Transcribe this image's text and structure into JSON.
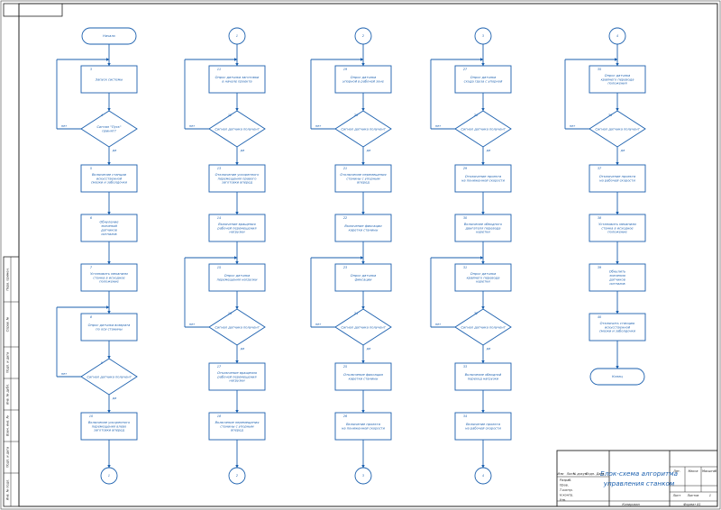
{
  "drawing_title": [
    "Блок-схема алгоритма",
    "управления станком"
  ],
  "terminators": {
    "start": "Начало",
    "end": "Конец"
  },
  "connectors": [
    "1",
    "2",
    "3",
    "4"
  ],
  "no_label": "нет",
  "yes_label": "да",
  "columns": [
    {
      "entry": "",
      "blocks": [
        {
          "kind": "process",
          "num": "3",
          "lines": [
            "Запуск системы"
          ]
        },
        {
          "kind": "decision",
          "num": "4",
          "lines": [
            "Сигнал \"Пуск\"",
            "принят?"
          ]
        },
        {
          "kind": "process",
          "num": "5",
          "lines": [
            "Включение станции",
            "искусственной",
            "смазки и заболдочки"
          ]
        },
        {
          "kind": "process",
          "num": "6",
          "lines": [
            "Обнуление",
            "значений",
            "датчиков",
            "сигналов"
          ]
        },
        {
          "kind": "process",
          "num": "7",
          "lines": [
            "Установить механизм",
            "станка в исходное",
            "положение"
          ]
        },
        {
          "kind": "process",
          "num": "8",
          "lines": [
            "Опрос датчика возврата",
            "по оси станины"
          ]
        },
        {
          "kind": "decision",
          "num": "9",
          "lines": [
            "Сигнал датчика получен?"
          ]
        },
        {
          "kind": "process",
          "num": "10",
          "lines": [
            "Включение ускоренного",
            "перемещения влево",
            "заготовки вперед"
          ]
        }
      ],
      "exit": "1"
    },
    {
      "entry": "1",
      "blocks": [
        {
          "kind": "process",
          "num": "11",
          "lines": [
            "Опрос датчика заготовки",
            "в начале проекта"
          ]
        },
        {
          "kind": "decision",
          "num": "12",
          "lines": [
            "Сигнал датчика получен?"
          ]
        },
        {
          "kind": "process",
          "num": "13",
          "lines": [
            "Отключение ускоренного",
            "перемещения правого",
            "заготовки вперед"
          ]
        },
        {
          "kind": "process",
          "num": "14",
          "lines": [
            "Включение вращения",
            "рабочей перемещения",
            "нагрузки"
          ]
        },
        {
          "kind": "process",
          "num": "15",
          "lines": [
            "Опрос датчика",
            "перемещения нагрузки"
          ]
        },
        {
          "kind": "decision",
          "num": "16",
          "lines": [
            "Сигнал датчика получен?"
          ]
        },
        {
          "kind": "process",
          "num": "17",
          "lines": [
            "Отключение вращения",
            "рабочей перемещения",
            "нагрузки"
          ]
        },
        {
          "kind": "process",
          "num": "18",
          "lines": [
            "Включение перемещения",
            "станины с упорным",
            "вперед"
          ]
        }
      ],
      "exit": "2"
    },
    {
      "entry": "2",
      "blocks": [
        {
          "kind": "process",
          "num": "19",
          "lines": [
            "Опрос датчика",
            "упорной в рабочей зоне"
          ]
        },
        {
          "kind": "decision",
          "num": "20",
          "lines": [
            "Сигнал датчика получен?"
          ]
        },
        {
          "kind": "process",
          "num": "21",
          "lines": [
            "Отключение перемещения",
            "станины с упорным",
            "вперед"
          ]
        },
        {
          "kind": "process",
          "num": "22",
          "lines": [
            "Включение фиксации",
            "каретки станины"
          ]
        },
        {
          "kind": "process",
          "num": "23",
          "lines": [
            "Опрос датчика",
            "фиксации"
          ]
        },
        {
          "kind": "decision",
          "num": "24",
          "lines": [
            "Сигнал датчика получен?"
          ]
        },
        {
          "kind": "process",
          "num": "25",
          "lines": [
            "Отключение фиксации",
            "каретки станины"
          ]
        },
        {
          "kind": "process",
          "num": "26",
          "lines": [
            "Включение проекта",
            "на пониженной скорости"
          ]
        }
      ],
      "exit": "3"
    },
    {
      "entry": "3",
      "blocks": [
        {
          "kind": "process",
          "num": "27",
          "lines": [
            "Опрос датчика",
            "схода груза с упорной"
          ]
        },
        {
          "kind": "decision",
          "num": "28",
          "lines": [
            "Сигнал датчика получен?"
          ]
        },
        {
          "kind": "process",
          "num": "29",
          "lines": [
            "Отключение проекта",
            "на пониженной скорости"
          ]
        },
        {
          "kind": "process",
          "num": "30",
          "lines": [
            "Включение обводного",
            "двигателя перевода",
            "каретки"
          ]
        },
        {
          "kind": "process",
          "num": "31",
          "lines": [
            "Опрос датчика",
            "крайнего перевода",
            "каретки"
          ]
        },
        {
          "kind": "decision",
          "num": "32",
          "lines": [
            "Сигнал датчика получен?"
          ]
        },
        {
          "kind": "process",
          "num": "33",
          "lines": [
            "Включение обводной",
            "переход нагрузки"
          ]
        },
        {
          "kind": "process",
          "num": "34",
          "lines": [
            "Включение проекта",
            "на рабочей скорости"
          ]
        }
      ],
      "exit": "4"
    },
    {
      "entry": "4",
      "blocks": [
        {
          "kind": "process",
          "num": "35",
          "lines": [
            "Опрос датчика",
            "крайнего перевода",
            "положения"
          ]
        },
        {
          "kind": "decision",
          "num": "36",
          "lines": [
            "Сигнал датчика получен?"
          ]
        },
        {
          "kind": "process",
          "num": "37",
          "lines": [
            "Отключение проекта",
            "на рабочей скорости"
          ]
        },
        {
          "kind": "process",
          "num": "38",
          "lines": [
            "Установить механизм",
            "станка в исходное",
            "положение"
          ]
        },
        {
          "kind": "process",
          "num": "39",
          "lines": [
            "Обнулить",
            "значения",
            "датчиков",
            "сигналов"
          ]
        },
        {
          "kind": "process",
          "num": "40",
          "lines": [
            "Отключить станцию",
            "искусственной",
            "смазки и заболдочки"
          ]
        }
      ],
      "exit": "end"
    }
  ],
  "title_block": {
    "left_labels": [
      "Изм",
      "Лист",
      "№ докум.",
      "Подп.",
      "Дата"
    ],
    "rows": [
      "Разраб.",
      "Пров.",
      "Т.контр.",
      "Н.контр.",
      "Утв."
    ],
    "right_headers": [
      "Лит.",
      "Масса",
      "Масштаб"
    ],
    "sheet_label": "Лист",
    "sheets_label": "Листов",
    "sheets_value": "1",
    "copied": "Копировал",
    "format": "Формат  А1"
  },
  "side_strip": [
    "Перв. примен.",
    "Справ. №",
    "Подп. и дата",
    "Инв. № дубл.",
    "Взам. инв. №",
    "Подп. и дата",
    "Инв. № подл."
  ]
}
